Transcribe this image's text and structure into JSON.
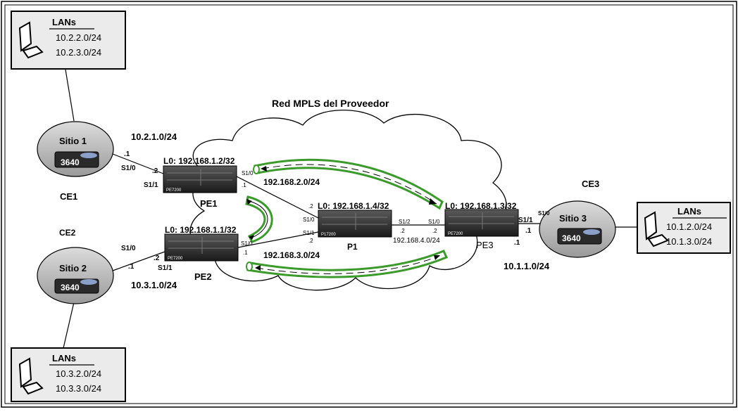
{
  "diagram": {
    "cloud_title": "Red MPLS del Proveedor",
    "lan_boxes": [
      {
        "title": "LANs",
        "nets": [
          "10.2.2.0/24",
          "10.2.3.0/24"
        ]
      },
      {
        "title": "LANs",
        "nets": [
          "10.3.2.0/24",
          "10.3.3.0/24"
        ]
      },
      {
        "title": "LANs",
        "nets": [
          "10.1.2.0/24",
          "10.1.3.0/24"
        ]
      }
    ],
    "sites": [
      {
        "name": "Sitio 1",
        "model": "3640",
        "ce": "CE1"
      },
      {
        "name": "Sitio 2",
        "model": "3640",
        "ce": "CE2"
      },
      {
        "name": "Sitio 3",
        "model": "3640",
        "ce": "CE3"
      }
    ],
    "routers": {
      "pe1": {
        "name": "PE1",
        "loopback": "L0: 192.168.1.2/32",
        "badge": "PE7200"
      },
      "pe2": {
        "name": "PE2",
        "loopback": "L0: 192.168.1.1/32",
        "badge": "PE7200"
      },
      "p1": {
        "name": "P1",
        "loopback": "L0: 192.168.1.4/32",
        "badge": "P17200"
      },
      "pe3": {
        "name": "PE3",
        "loopback": "L0: 192.168.1.3/32",
        "badge": "PE7200"
      }
    },
    "networks": {
      "ce1_pe1": "10.2.1.0/24",
      "ce2_pe2": "10.3.1.0/24",
      "ce3_pe3": "10.1.1.0/24",
      "pe1_p1": "192.168.2.0/24",
      "pe2_p1": "192.168.3.0/24",
      "p1_pe3": "192.168.4.0/24"
    },
    "interfaces": {
      "ce1_s10": "S1/0",
      "ce1_ip": ".1",
      "pe1_s11": "S1/1",
      "pe1_ip2": ".2",
      "pe1_s10": "S1/0",
      "pe1_ip1": ".1",
      "p1_ip2a": ".2",
      "p1_s10": "S1/0",
      "p1_s11": "S1/1",
      "p1_ip2b": ".2",
      "p1_s12": "S1/2",
      "p1_ip2c": ".2",
      "pe3_s10": "S1/0",
      "pe3_ip2": ".2",
      "pe3_s11": "S1/1",
      "pe3_ip1": ".1",
      "pe3_ip1b": ".1",
      "ce3_s10": "S1/0",
      "pe2_s10": "S1/0",
      "pe2_ip1": ".1",
      "pe2_s11": "S1/1",
      "pe2_ip2": ".2",
      "ce2_s10": "S1/0",
      "ce2_ip": ".1"
    }
  }
}
